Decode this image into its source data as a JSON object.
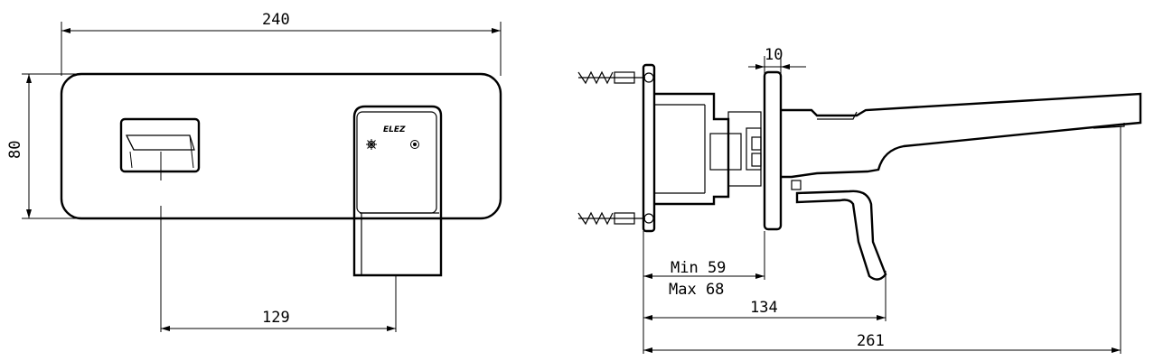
{
  "dimensions": {
    "width_total": "240",
    "height": "80",
    "spout_offset": "129",
    "plate_thickness": "10",
    "wall_min": "Min 59",
    "wall_max": "Max 68",
    "spout_reach": "134",
    "overall_depth": "261"
  },
  "logo": {
    "text": "ELEZ"
  }
}
